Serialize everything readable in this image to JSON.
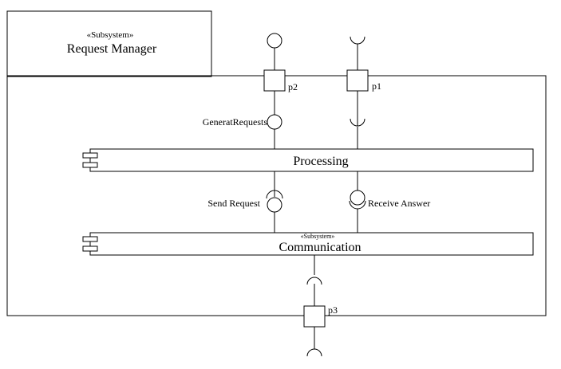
{
  "subsystem": {
    "stereotype": "«Subsystem»",
    "name": "Request Manager"
  },
  "ports": {
    "p1": "p1",
    "p2": "p2",
    "p3": "p3"
  },
  "interfaces": {
    "generate_requests": "GeneratRequests",
    "send_request": "Send Request",
    "receive_answer": "Receive Answer"
  },
  "components": {
    "processing": {
      "name": "Processing"
    },
    "communication": {
      "stereotype": "«Subsystem»",
      "name": "Communication"
    }
  },
  "colors": {
    "line": "#000000",
    "background": "#ffffff"
  }
}
